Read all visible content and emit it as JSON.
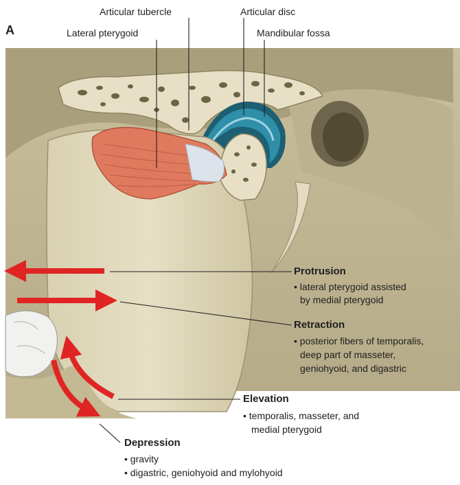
{
  "panel_label": "A",
  "labels": {
    "articular_tubercle": "Articular tubercle",
    "articular_disc": "Articular disc",
    "lateral_pterygoid": "Lateral pterygoid",
    "mandibular_fossa": "Mandibular fossa"
  },
  "movements": {
    "protrusion": {
      "title": "Protrusion",
      "line1": "• lateral pterygoid assisted",
      "line2": "by medial pterygoid"
    },
    "retraction": {
      "title": "Retraction",
      "line1": "• posterior fibers of temporalis,",
      "line2": "deep part of masseter,",
      "line3": "geniohyoid, and digastric"
    },
    "elevation": {
      "title": "Elevation",
      "line1": "• temporalis, masseter, and",
      "line2": "medial pterygoid"
    },
    "depression": {
      "title": "Depression",
      "line1": "• gravity",
      "line2": "• digastric, geniohyoid and mylohyoid"
    }
  },
  "colors": {
    "bone": "#d8cfae",
    "bone_dark": "#b7ad8a",
    "muscle": "#e07a5f",
    "disc": "#2f8fa8",
    "arrow": "#e02424"
  }
}
